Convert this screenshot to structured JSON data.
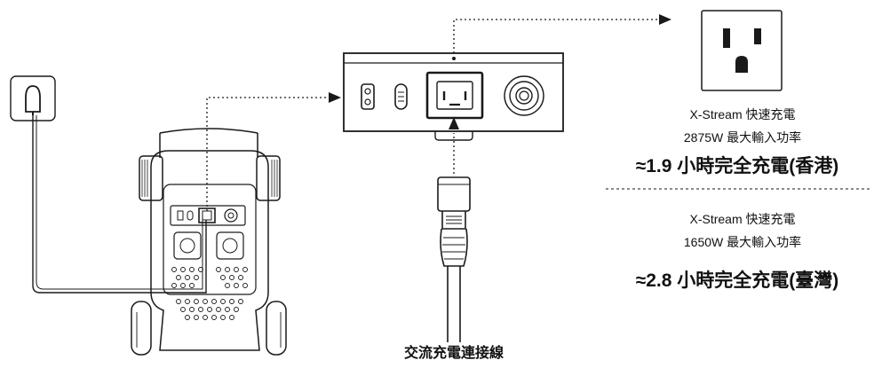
{
  "specs": [
    {
      "mode": "X-Stream 快速充電",
      "power": "2875W 最大輸入功率",
      "result": "≈1.9 小時完全充電(香港)"
    },
    {
      "mode": "X-Stream 快速充電",
      "power": "1650W 最大輸入功率",
      "result": "≈2.8 小時完全充電(臺灣)"
    }
  ],
  "cable_label": "交流充電連接線",
  "icons": {
    "wall_outlet": "us-wall-outlet-icon",
    "wall_plug": "plug-outlet-icon",
    "ac_port_panel": "ac-input-panel-closeup",
    "power_station": "power-station-rear",
    "ac_cable": "ac-charging-cable"
  },
  "colors": {
    "line": "#1a1a1a",
    "background": "#ffffff"
  }
}
